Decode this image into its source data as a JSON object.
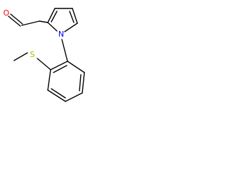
{
  "molecule": {
    "atoms": [
      {
        "element": "O",
        "label": "O",
        "color": "#ff0000"
      },
      {
        "element": "N",
        "label": "N",
        "color": "#0000ff"
      },
      {
        "element": "S",
        "label": "S",
        "color": "#b2b200"
      }
    ],
    "bond_color": "#000000"
  }
}
